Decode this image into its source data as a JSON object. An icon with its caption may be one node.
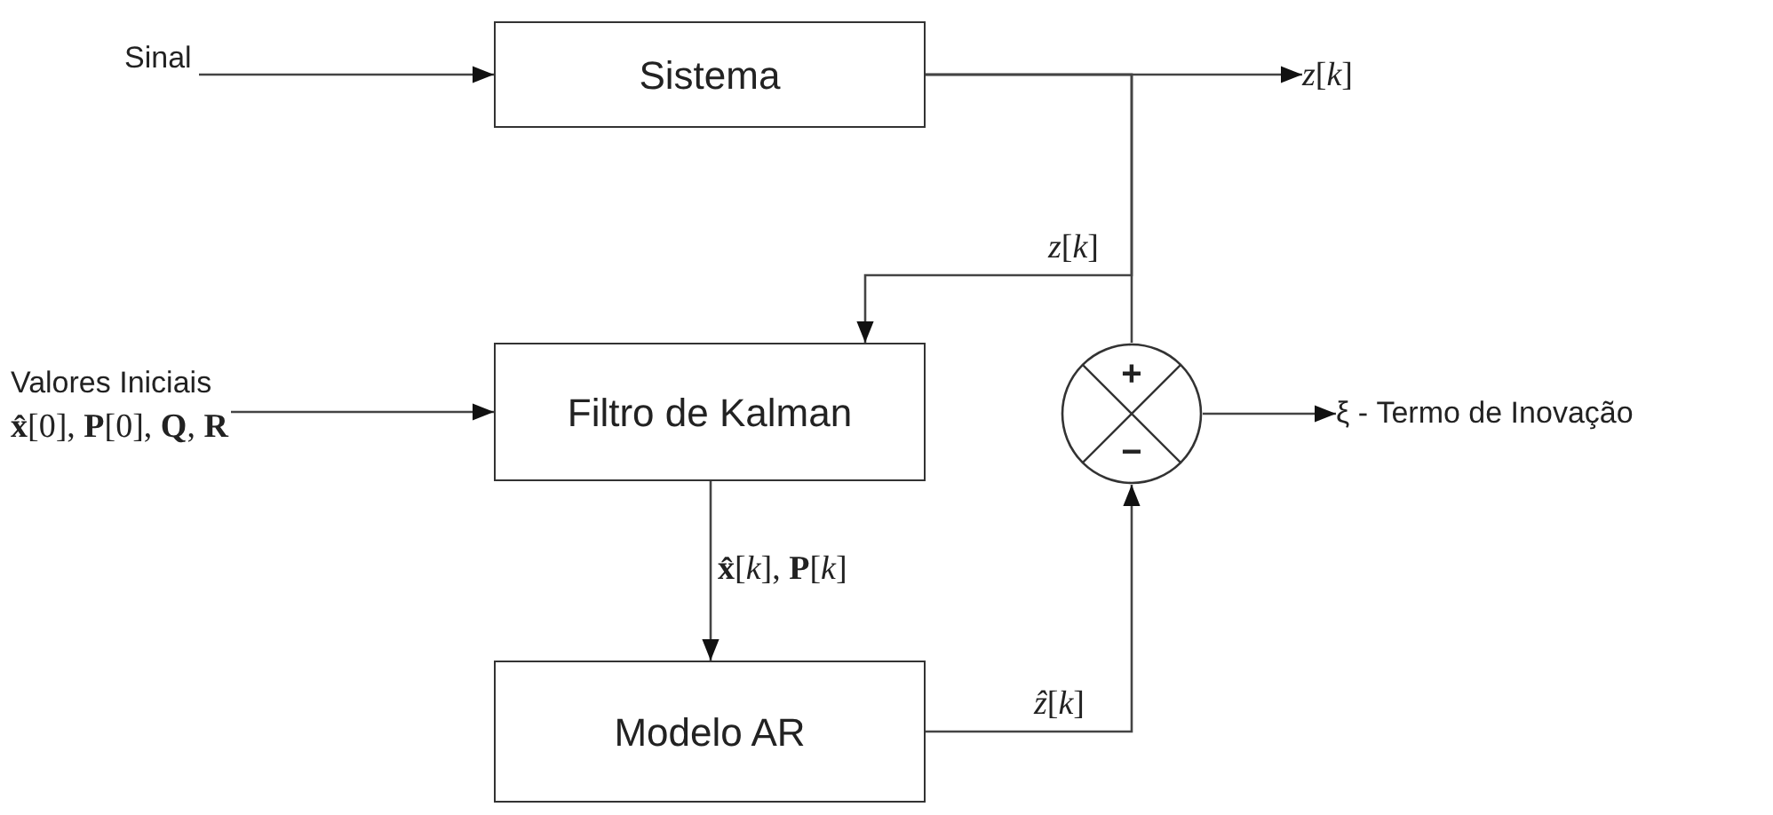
{
  "diagram": {
    "nodes": [
      {
        "text": [
          "Sistema"
        ]
      },
      {
        "text": [
          "Filtro de Kalman"
        ]
      },
      {
        "text": [
          "Modelo AR"
        ]
      },
      {
        "text": [
          "+",
          "−"
        ]
      },
      {
        "text": [
          "Sinal"
        ]
      },
      {
        "text": [
          "*z*[*k*]"
        ]
      },
      {
        "text": [
          "Valores Iniciais",
          "**x̂**[0], **P**[0], **Q**, **R**"
        ]
      },
      {
        "text": [
          "ξ - Termo de Inovação"
        ]
      }
    ],
    "edges": [
      {
        "from": 4,
        "to": 0,
        "arrow": "to"
      },
      {
        "from": 0,
        "to": 5,
        "arrow": "to"
      },
      {
        "from": 0,
        "to": 1,
        "arrow": "to",
        "label": "*z*[*k*]"
      },
      {
        "from": 0,
        "to": 3,
        "arrow": "none"
      },
      {
        "from": 6,
        "to": 1,
        "arrow": "to"
      },
      {
        "from": 1,
        "to": 2,
        "arrow": "to",
        "label": "**x̂**[*k*], **P**[*k*]"
      },
      {
        "from": 2,
        "to": 3,
        "arrow": "to",
        "label": "*ẑ*[*k*]"
      },
      {
        "from": 3,
        "to": 7,
        "arrow": "to"
      }
    ]
  }
}
